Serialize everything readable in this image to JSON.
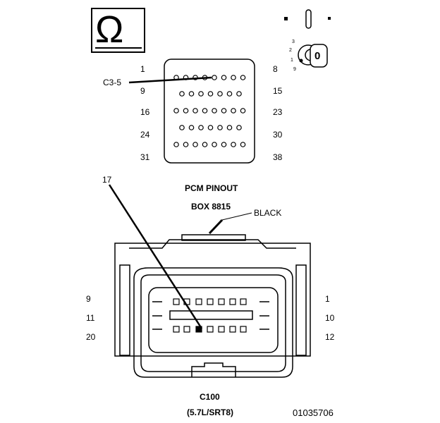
{
  "top_connector": {
    "pin_labels": [
      "1",
      "8",
      "9",
      "15",
      "16",
      "23",
      "24",
      "30",
      "31",
      "38"
    ],
    "callout": "C3-5",
    "meter_symbol": "Ω"
  },
  "key_switch": {
    "position_marks": [
      "3",
      "2",
      "1",
      "9"
    ],
    "key_label": "0"
  },
  "bottom_connector": {
    "title": "PCM PINOUT",
    "box_label": "BOX 8815",
    "color_label": "BLACK",
    "callout": "17",
    "left_pins": [
      "9",
      "11",
      "20"
    ],
    "right_pins": [
      "1",
      "10",
      "12"
    ],
    "connector_id": "C100",
    "variant": "(5.7L/SRT8)"
  },
  "figure_number": "01035706"
}
